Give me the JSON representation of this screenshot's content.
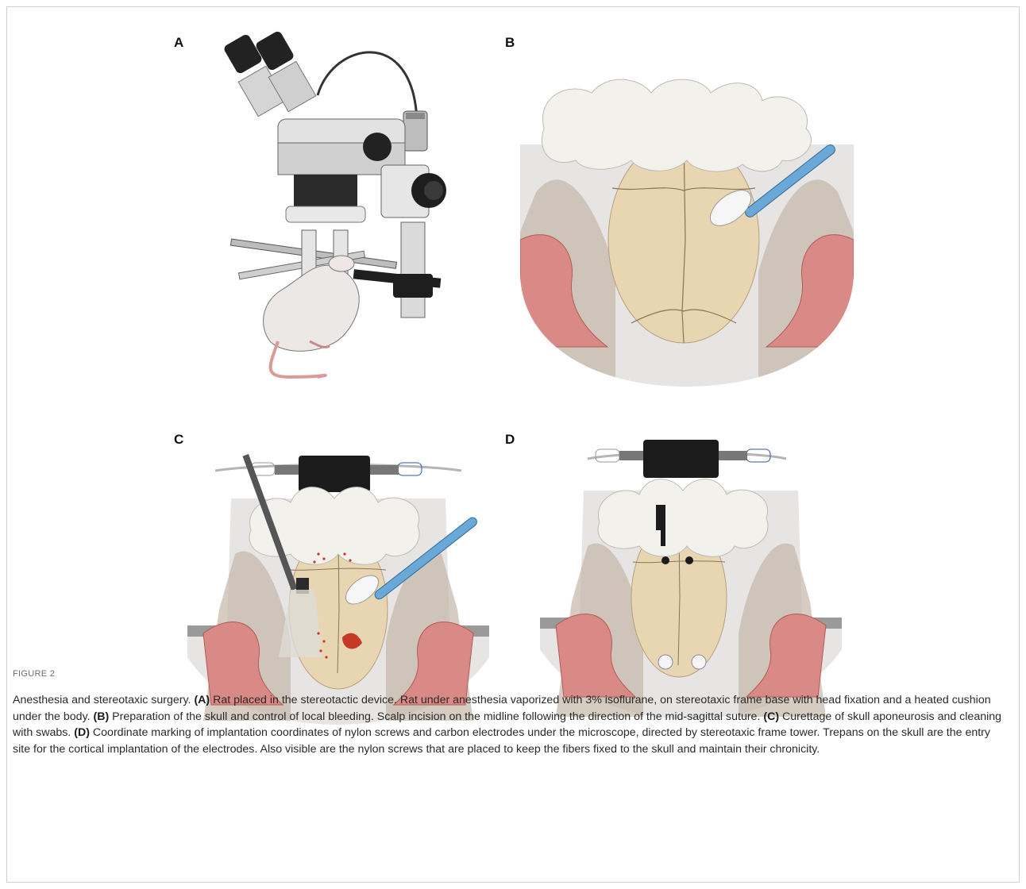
{
  "panels": {
    "a": {
      "label": "A"
    },
    "b": {
      "label": "B"
    },
    "c": {
      "label": "C"
    },
    "d": {
      "label": "D"
    }
  },
  "figure_label": "FIGURE 2",
  "caption": {
    "intro": "Anesthesia and stereotaxic surgery. ",
    "a_tag": "(A)",
    "a_text": " Rat placed in the stereotactic device. Rat under anesthesia vaporized with 3% isoflurane, on stereotaxic frame base with head fixation and a heated cushion under the body. ",
    "b_tag": "(B)",
    "b_text": " Preparation of the skull and control of local bleeding. Scalp incision on the midline following the direction of the mid-sagittal suture. ",
    "c_tag": "(C)",
    "c_text": " Curettage of skull aponeurosis and cleaning with swabs. ",
    "d_tag": "(D)",
    "d_text": " Coordinate marking of implantation coordinates of nylon screws and carbon electrodes under the microscope, directed by stereotaxic frame tower. Trepans on the skull are the entry site for the cortical implantation of the electrodes. Also visible are the nylon screws that are placed to keep the fibers fixed to the skull and maintain their chronicity."
  },
  "colors": {
    "bone": "#e8d6b2",
    "skin": "#e7e5e4",
    "muscle": "#d98a86",
    "cotton": "#f2f1ec",
    "swab": "#6aa8d8",
    "metal": "#c9c9c9",
    "dark": "#1e1e1e"
  }
}
